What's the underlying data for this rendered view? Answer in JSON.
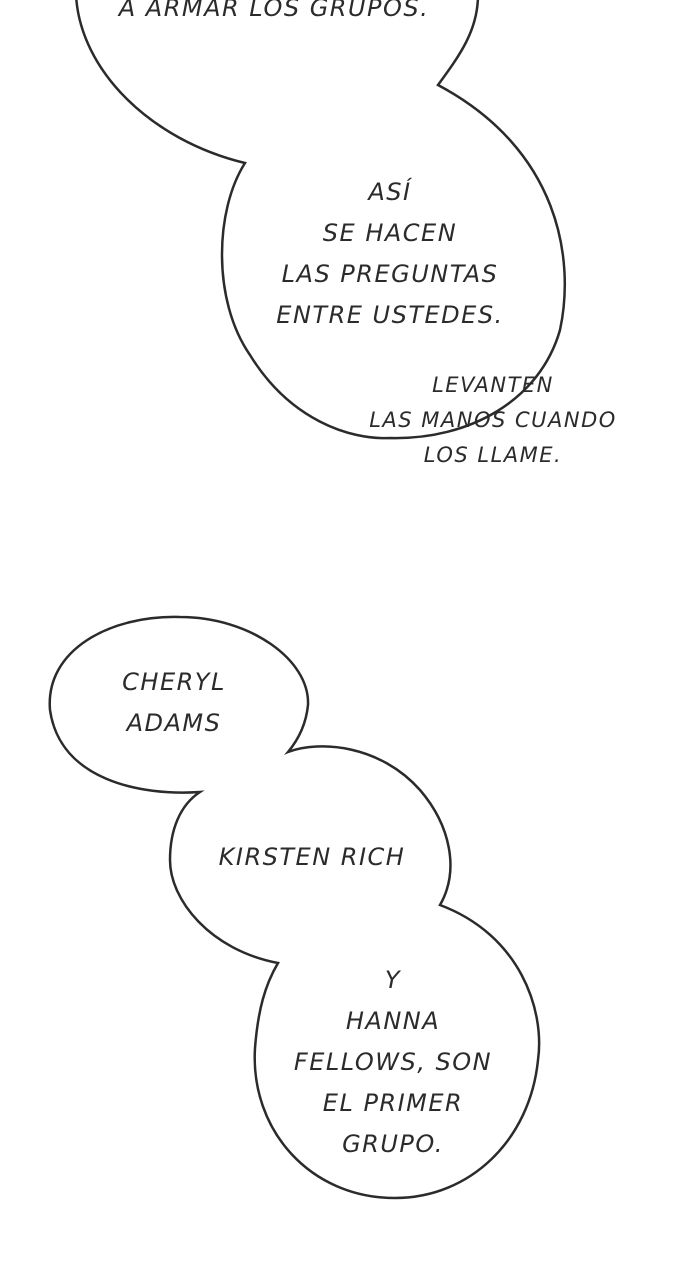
{
  "bubbles": {
    "top_cut": "A ARMAR LOS GRUPOS.",
    "asi": "ASÍ\nSE HACEN\nLAS PREGUNTAS\nENTRE USTEDES.",
    "levanten": "LEVANTEN\nLAS MANOS CUANDO\nLOS LLAME.",
    "cheryl": "CHERYL\nADAMS",
    "kirsten": "KIRSTEN RICH",
    "hanna": "Y\nHANNA\nFELLOWS, SON\nEL PRIMER\nGRUPO."
  }
}
